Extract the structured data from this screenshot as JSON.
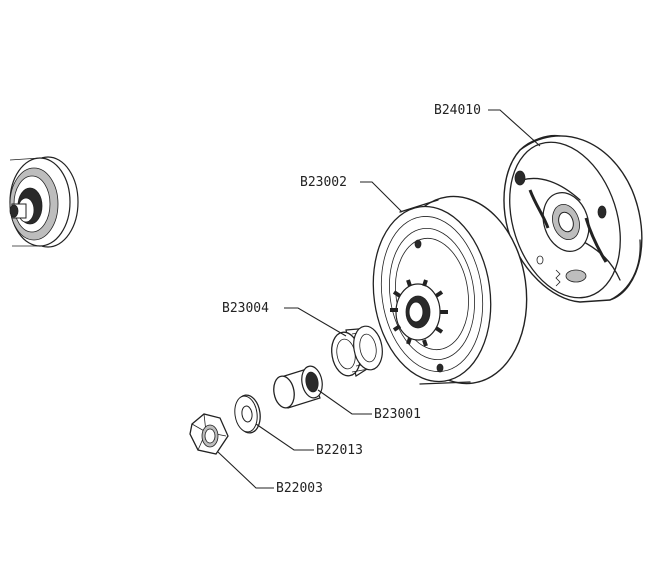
{
  "parts": [
    {
      "id": "clutch-shoes",
      "label": "B24010"
    },
    {
      "id": "clutch-drum",
      "label": "B23002"
    },
    {
      "id": "needle-bearing",
      "label": "B23004"
    },
    {
      "id": "bushing",
      "label": "B23001"
    },
    {
      "id": "washer",
      "label": "B22013"
    },
    {
      "id": "nut",
      "label": "B22003"
    }
  ]
}
